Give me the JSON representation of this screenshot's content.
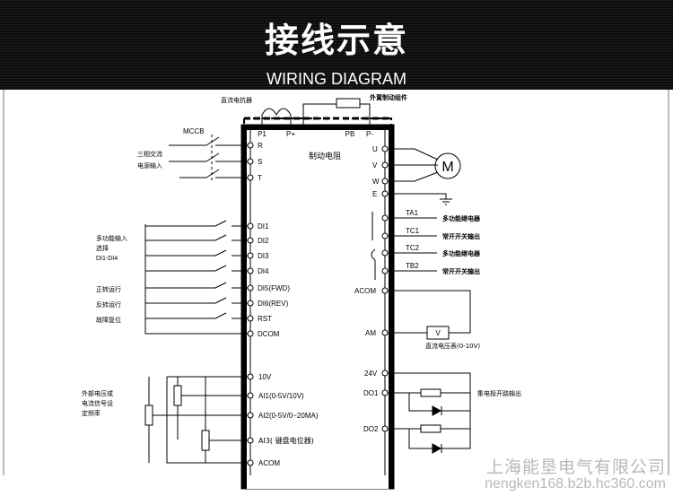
{
  "header": {
    "title": "接线示意",
    "subtitle": "WIRING DIAGRAM"
  },
  "top": {
    "dc_reactor": "直流电抗器",
    "brake_unit": "外置制动组件",
    "brake_resistor": "制动电阻"
  },
  "terminals_top": [
    "P1",
    "P+",
    "PB",
    "P-"
  ],
  "power_in": {
    "breaker": "MCCB",
    "label_line1": "三相交流",
    "label_line2": "电源输入",
    "terminals": [
      "R",
      "S",
      "T"
    ]
  },
  "motor": {
    "symbol": "M",
    "terminals": [
      "U",
      "V",
      "W",
      "E"
    ]
  },
  "digital_inputs": {
    "group_label_line1": "多功能输入",
    "group_label_line2": "选择",
    "group_label_line3": "DI1-DI4",
    "forward_label": "正转运行",
    "reverse_label": "反转运行",
    "reset_label": "故障复位",
    "terminals": [
      "DI1",
      "DI2",
      "DI3",
      "DI4",
      "DI5(FWD)",
      "DI6(REV)",
      "RST",
      "DCOM"
    ]
  },
  "relays": {
    "terminals": [
      "TA1",
      "TC1",
      "TC2",
      "TB2"
    ],
    "labels": [
      "多功能继电器",
      "常开开关输出",
      "多功能继电器",
      "常开开关输出"
    ]
  },
  "analog_out": {
    "common": "ACOM",
    "am": "AM",
    "meter": "V",
    "meter_label": "直流电压表(0-10V)"
  },
  "analog_in": {
    "label_line1": "外部电压或",
    "label_line2": "电流信号设",
    "label_line3": "定频率",
    "terminals": [
      "10V",
      "AI1(0-5V/10V)",
      "AI2(0-5V/0~20MA)",
      "AI3( 键盘电位器)",
      "ACOM"
    ]
  },
  "open_collector": {
    "terminals": [
      "24V",
      "DO1",
      "DO2"
    ],
    "label": "集电极开路输出"
  },
  "watermark": {
    "company": "上海能垦电气有限公司",
    "url": "nengken168.b2b.hc360.com"
  }
}
